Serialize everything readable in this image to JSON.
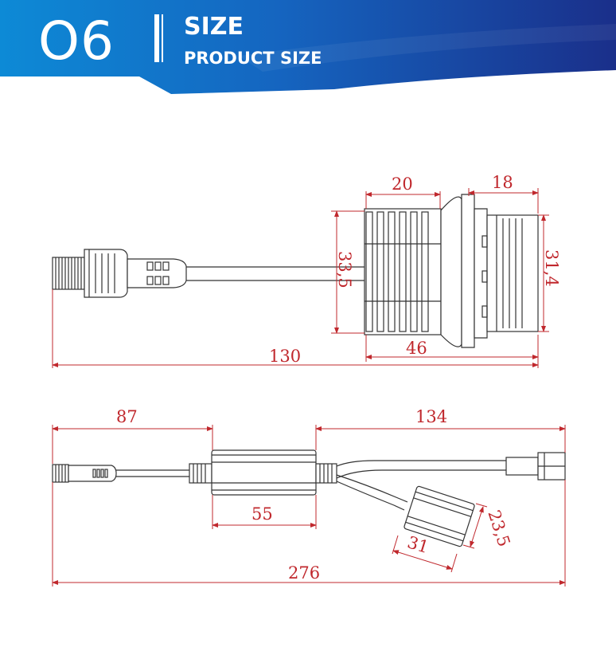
{
  "header": {
    "section_number": "O6",
    "title": "SIZE",
    "subtitle": "PRODUCT SIZE"
  },
  "colors": {
    "banner_dark": "#1a2f8a",
    "banner_light": "#0d8ad6",
    "dimension": "#c0282d",
    "line": "#333333"
  },
  "top_view": {
    "overall_length": "130",
    "heatsink_width": "20",
    "base_length": "18",
    "base_diameter": "31,4",
    "heatsink_height": "33,5",
    "body_length": "46"
  },
  "bottom_view": {
    "input_cable_length": "87",
    "output_cable_length": "134",
    "driver_length": "55",
    "module_height": "23,5",
    "module_length": "31",
    "total_length": "276"
  }
}
